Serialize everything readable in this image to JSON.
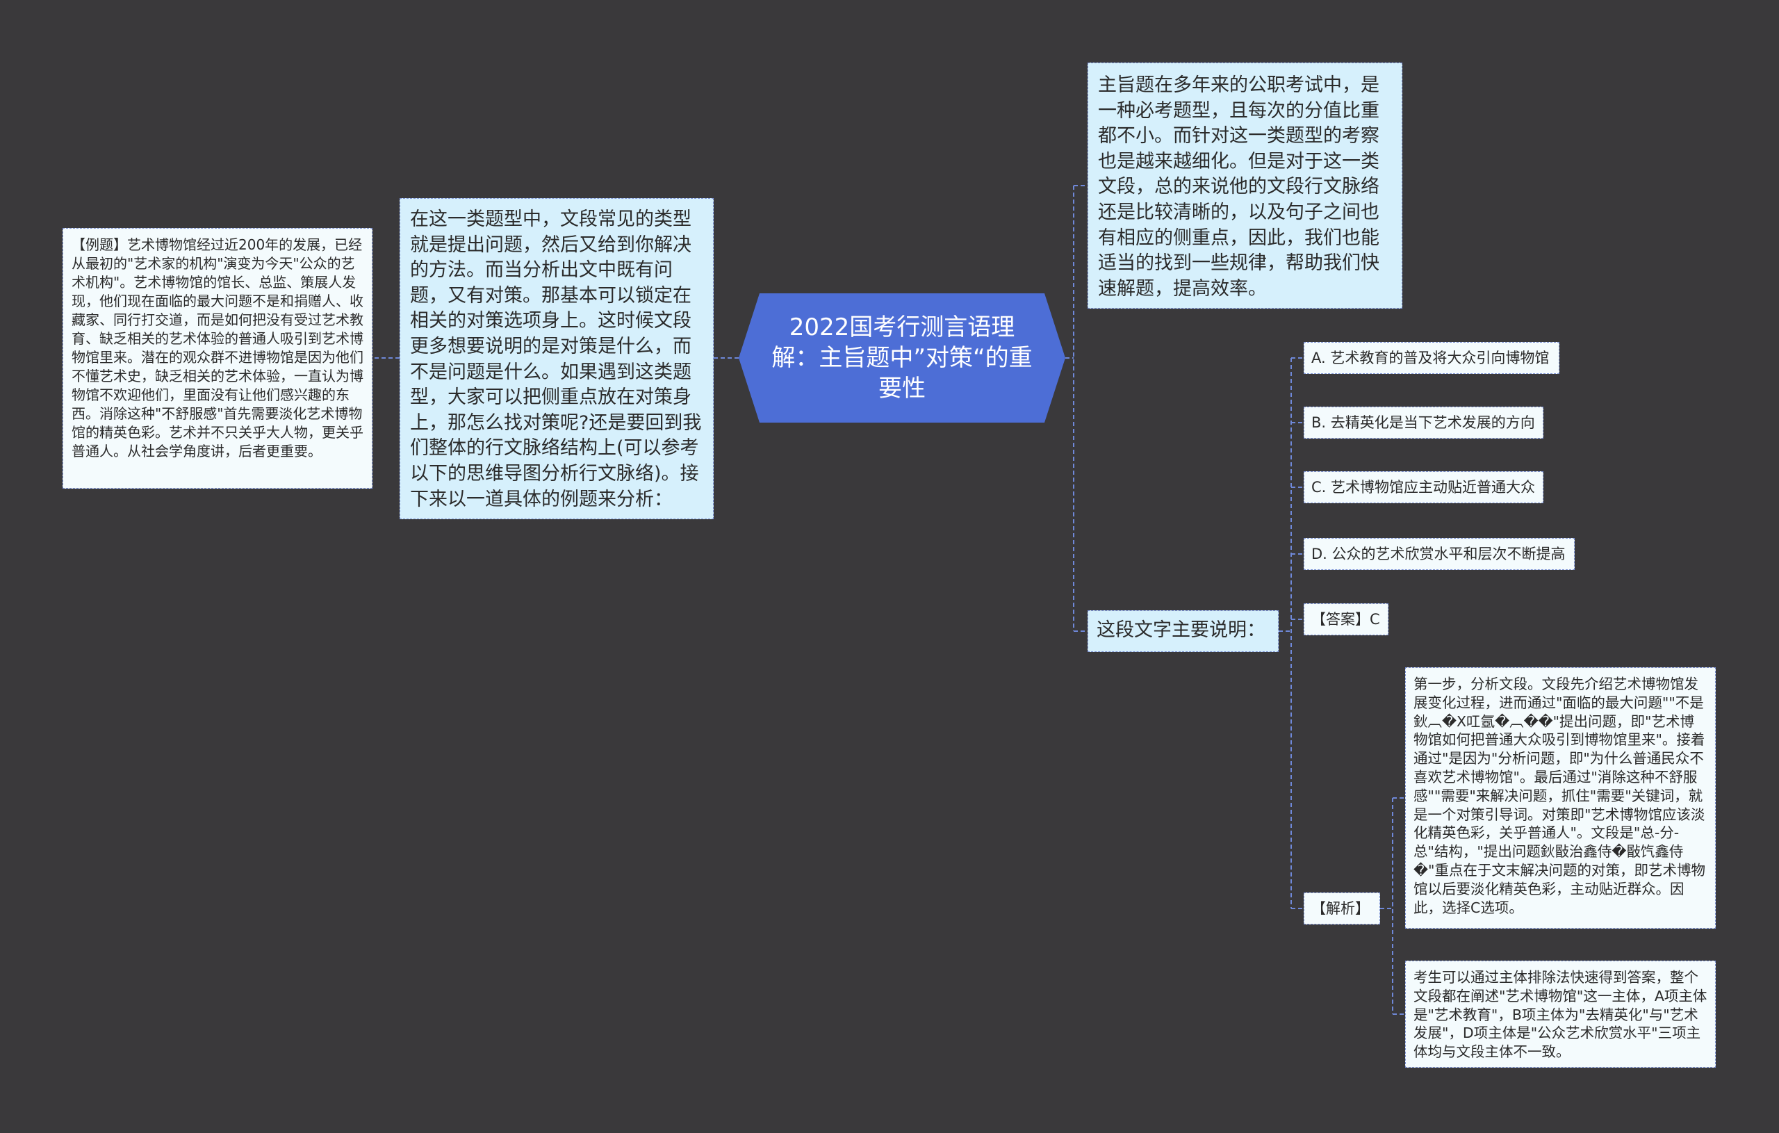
{
  "root": {
    "title": "2022国考行测言语理解：主旨题中”对策“的重要性"
  },
  "left": {
    "main": "在这一类题型中，文段常见的类型就是提出问题，然后又给到你解决的方法。而当分析出文中既有问题，又有对策。那基本可以锁定在相关的对策选项身上。这时候文段更多想要说明的是对策是什么，而不是问题是什么。如果遇到这类题型，大家可以把侧重点放在对策身上，那怎么找对策呢?还是要回到我们整体的行文脉络结构上(可以参考以下的思维导图分析行文脉络)。接下来以一道具体的例题来分析：",
    "example": "【例题】艺术博物馆经过近200年的发展，已经从最初的\"艺术家的机构\"演变为今天\"公众的艺术机构\"。艺术博物馆的馆长、总监、策展人发现，他们现在面临的最大问题不是和捐赠人、收藏家、同行打交道，而是如何把没有受过艺术教育、缺乏相关的艺术体验的普通人吸引到艺术博物馆里来。潜在的观众群不进博物馆是因为他们不懂艺术史，缺乏相关的艺术体验，一直认为博物馆不欢迎他们，里面没有让他们感兴趣的东西。消除这种\"不舒服感\"首先需要淡化艺术博物馆的精英色彩。艺术并不只关乎大人物，更关乎普通人。从社会学角度讲，后者更重要。"
  },
  "right": {
    "intro": "主旨题在多年来的公职考试中，是一种必考题型，且每次的分值比重都不小。而针对这一类题型的考察也是越来越细化。但是对于这一类文段，总的来说他的文段行文脉络还是比较清晰的，以及句子之间也有相应的侧重点，因此，我们也能适当的找到一些规律，帮助我们快速解题，提高效率。",
    "question": "这段文字主要说明：",
    "options": {
      "a": "A. 艺术教育的普及将大众引向博物馆",
      "b": "B. 去精英化是当下艺术发展的方向",
      "c": "C. 艺术博物馆应主动贴近普通大众",
      "d": "D. 公众的艺术欣赏水平和层次不断提高"
    },
    "answer": "【答案】C",
    "analysis_label": "【解析】",
    "analysis_1": "第一步，分析文段。文段先介绍艺术博物馆发展变化过程，进而通过\"面临的最大问题\"\"不是鈥︹�X叿氬�︹��\"提出问题，即\"艺术博物馆如何把普通大众吸引到博物馆里来\"。接着通过\"是因为\"分析问题，即\"为什么普通民众不喜欢艺术博物馆\"。最后通过\"消除这种不舒服感\"\"需要\"来解决问题，抓住\"需要\"关键词，就是一个对策引导词。对策即\"艺术博物馆应该淡化精英色彩，关乎普通人\"。文段是\"总-分-总\"结构，\"提出问题鈥敯治鑫侍�敯饩鑫侍�\"重点在于文末解决问题的对策，即艺术博物馆以后要淡化精英色彩，主动贴近群众。因此，选择C选项。",
    "analysis_2": "考生可以通过主体排除法快速得到答案，整个文段都在阐述\"艺术博物馆\"这一主体，A项主体是\"艺术教育\"，B项主体为\"去精英化\"与\"艺术发展\"，D项主体是\"公众艺术欣赏水平\"三项主体均与文段主体不一致。"
  },
  "colors": {
    "background": "#3a393b",
    "root_fill": "#4d6ed6",
    "node_blue": "#d6f0fc",
    "node_white": "#f4fbfd",
    "connector": "#6f88d8"
  }
}
